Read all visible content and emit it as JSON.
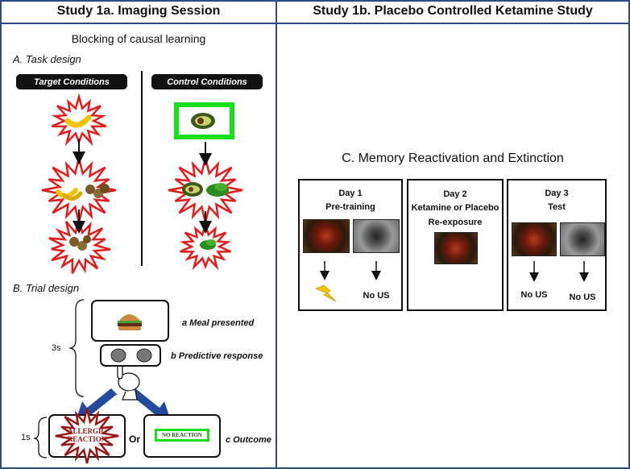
{
  "left_header": "Study 1a. Imaging Session",
  "right_header": "Study 1b. Placebo Controlled Ketamine Study",
  "left_title": "Blocking of causal learning",
  "section_a": "A. Task design",
  "target_label": "Target Conditions",
  "control_label": "Control Conditions",
  "section_b": "B. Trial design",
  "time_3s": "3s",
  "time_1s": "1s",
  "step_a": "a Meal presented",
  "step_b": "b Predictive response",
  "step_c": "c Outcome",
  "allergic_text": [
    "ALLERGIC",
    "REACTION"
  ],
  "or_text": "Or",
  "no_reaction_text": "NO REACTION",
  "section_c": "C. Memory Reactivation and Extinction",
  "day1": {
    "title": "Day 1",
    "subtitle": "Pre-training",
    "us2": "No US"
  },
  "day2": {
    "title": "Day 2",
    "subtitle": "Ketamine or Placebo",
    "subtitle2": "Re-exposure"
  },
  "day3": {
    "title": "Day 3",
    "subtitle": "Test",
    "us1": "No US",
    "us2": "No US"
  },
  "colors": {
    "frame": "#2c4a86",
    "star_stroke": "#e41b1b",
    "control_green": "#16e01a",
    "allergic_red": "#9c1515",
    "blue_arrow": "#234a9c",
    "bolt": "#f2c400"
  }
}
